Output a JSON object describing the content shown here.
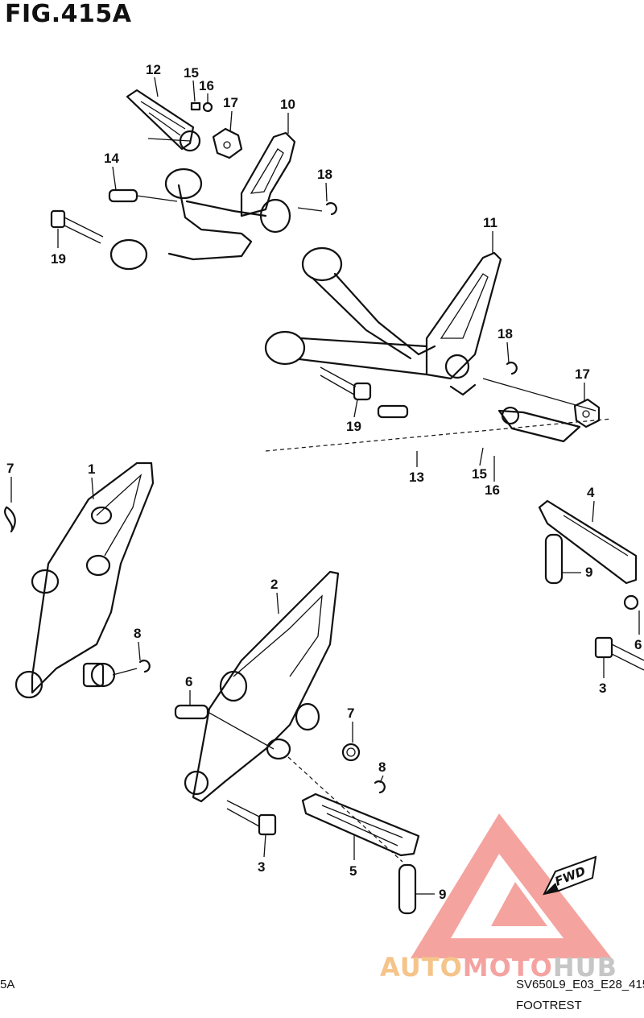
{
  "figure_title": "FIG.415A",
  "footer": {
    "left": "5A",
    "code": "SV650L9_E03_E28_415",
    "name": "FOOTREST"
  },
  "watermark": {
    "part1": "AUTO",
    "part2": "MOTO",
    "part3": "HUB"
  },
  "fwd_label": "FWD",
  "callouts": {
    "c12": "12",
    "c15a": "15",
    "c16a": "16",
    "c17a": "17",
    "c10": "10",
    "c14": "14",
    "c18a": "18",
    "c19a": "19",
    "c11": "11",
    "c18b": "18",
    "c17b": "17",
    "c19b": "19",
    "c13": "13",
    "c15b": "15",
    "c16b": "16",
    "c7a": "7",
    "c1": "1",
    "c8a": "8",
    "c4": "4",
    "c9a": "9",
    "c6a": "6",
    "c3a": "3",
    "c2": "2",
    "c6b": "6",
    "c7b": "7",
    "c8b": "8",
    "c3b": "3",
    "c5": "5",
    "c9b": "9"
  },
  "colors": {
    "line": "#111111",
    "watermark_red": "#f08c88",
    "watermark_orange": "#f5c48a"
  }
}
